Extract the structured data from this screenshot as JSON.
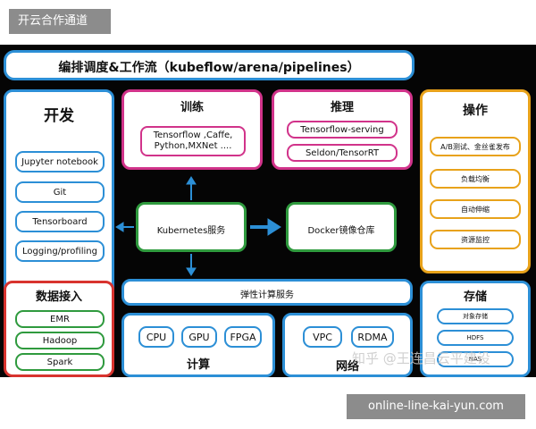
{
  "watermark_top": "开云合作通道",
  "watermark_bottom": "online-line-kai-yun.com",
  "watermark_zhihu": "知乎 @王连昌云平建设",
  "title": "编排调度&工作流（kubeflow/arena/pipelines）",
  "dev": {
    "heading": "开发",
    "items": [
      "Jupyter notebook",
      "Git",
      "Tensorboard",
      "Logging/profiling"
    ]
  },
  "train": {
    "heading": "训练",
    "content": "Tensorflow ,Caffe, Python,MXNet ...."
  },
  "infer": {
    "heading": "推理",
    "items": [
      "Tensorflow-serving",
      "Seldon/TensorRT"
    ]
  },
  "ops": {
    "heading": "操作",
    "items": [
      "A/B测试、金丝雀发布",
      "负载均衡",
      "自动伸缩",
      "资源监控"
    ]
  },
  "k8s": "Kubernetes服务",
  "docker": "Docker镜像仓库",
  "data": {
    "heading": "数据接入",
    "items": [
      "EMR",
      "Hadoop",
      "Spark"
    ]
  },
  "elastic": "弹性计算服务",
  "compute": {
    "heading": "计算",
    "items": [
      "CPU",
      "GPU",
      "FPGA"
    ]
  },
  "network": {
    "heading": "网络",
    "items": [
      "VPC",
      "RDMA"
    ]
  },
  "storage": {
    "heading": "存储",
    "items": [
      "对象存储",
      "HDFS",
      "NAS"
    ]
  },
  "colors": {
    "blue": "#2c8fd6",
    "pink": "#d1338a",
    "yellow": "#e8a21a",
    "green": "#2f9a3e",
    "red": "#d8332e",
    "arrow": "#2c8fd6"
  }
}
